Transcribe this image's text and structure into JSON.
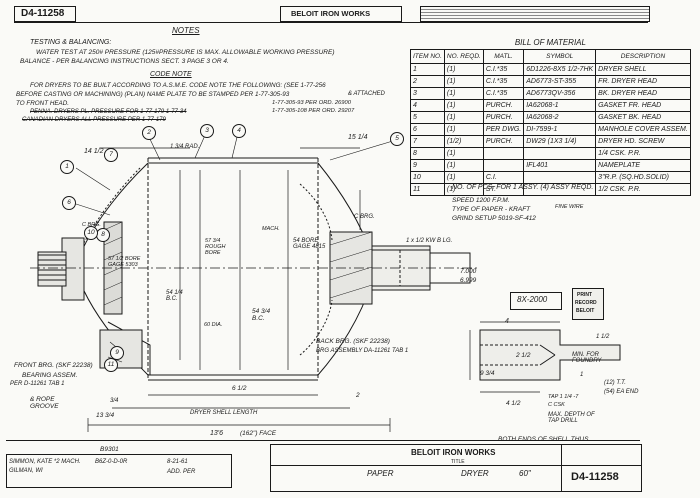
{
  "header": {
    "drawing_number": "D4-11258",
    "company": "BELOIT IRON WORKS",
    "notes_title": "NOTES"
  },
  "notes": {
    "testing_heading": "TESTING & BALANCING:",
    "testing_line1": "WATER TEST AT 250# PRESSURE (125#PRESSURE IS MAX. ALLOWABLE WORKING PRESSURE)",
    "testing_line2": "BALANCE - PER BALANCING INSTRUCTIONS SECT. 3 PAGE 3 OR 4.",
    "code_heading": "CODE NOTE",
    "code_line1": "FOR DRYERS TO BE BUILT ACCORDING TO A.S.M.E. CODE NOTE THE FOLLOWING: (SEE 1-77-256",
    "code_line2": "BEFORE CASTING OR MACHINING) (PLAN) NAME PLATE TO BE STAMPED PER 1-77-305-93",
    "code_line3": "TO FRONT HEAD.",
    "code_attached": "& ATTACHED",
    "code_ref1": "1-77-305-93 PER ORD. 26900",
    "code_ref2": "1-77-305-108 PER ORD. 29207",
    "struck1": "PENNA. DRYERS PL. PRESSURE FOR 1-77-179 1-77-34",
    "struck2": "CANADIAN DRYERS ALL PRESSURE PER 1-77-179"
  },
  "bom": {
    "title": "BILL OF MATERIAL",
    "headers": [
      "ITEM NO.",
      "NO. REQD.",
      "MATL.",
      "SYMBOL",
      "DESCRIPTION"
    ],
    "rows": [
      [
        "1",
        "(1)",
        "C.I.*35",
        "6D1226-8X5 1/2-7HK",
        "DRYER SHELL"
      ],
      [
        "2",
        "(1)",
        "C.I.*35",
        "AD6773-ST-355",
        "FR. DRYER HEAD"
      ],
      [
        "3",
        "(1)",
        "C.I.*35",
        "AD6773QV-356",
        "BK. DRYER HEAD"
      ],
      [
        "4",
        "(1)",
        "PURCH.",
        "IA62068-1",
        "GASKET FR. HEAD"
      ],
      [
        "5",
        "(1)",
        "PURCH.",
        "IA62068-2",
        "GASKET BK. HEAD"
      ],
      [
        "6",
        "(1)",
        "PER DWG.",
        "DI-7599-1",
        "MANHOLE COVER ASSEM."
      ],
      [
        "7",
        "(1/2)",
        "PURCH.",
        "DW29 (1X3 1/4)",
        "DRYER HD. SCREW"
      ],
      [
        "8",
        "(1)",
        "",
        "",
        "1/4 CSK. P.R."
      ],
      [
        "9",
        "(1)",
        "",
        "IFL401",
        "NAMEPLATE"
      ],
      [
        "10",
        "(1)",
        "C.I.",
        "",
        "3\"R.P. (SQ.HD.SOLID)"
      ],
      [
        "11",
        "(1)",
        "ST.",
        "",
        "1/2 CSK. P.R."
      ]
    ]
  },
  "assy": {
    "pieces": "NO. OF PCS. FOR 1 ASSY. (4) ASSY REQD.",
    "speed": "SPEED 1200 F.P.M.",
    "paper": "TYPE OF PAPER - KRAFT",
    "grind": "GRIND SETUP 5019-SF-412",
    "extra": "FINE WIRE"
  },
  "drawing_labels": {
    "dim_14": "14 1/2",
    "dim_134": "1 3/4 RAD.",
    "dim_1514": "15 1/4",
    "dim_bore_left": "57 1/2 BORE GAGE 5303",
    "dim_pour": "57 3/4 ROUGH BORE",
    "dim_mach": "MACH.",
    "dim_bore_center": "54 BORE GAGE 4815",
    "dim_bc_left": "54 1/4 B.C.",
    "dim_bc_center": "54 3/4 B.C.",
    "dim_60dia": "60 DIA.",
    "dim_cfb": "C BRG.",
    "dim_bcl": "C BRG.",
    "dim_kw": "1 x 1/2 KW B LG.",
    "dim_7000": "7.000",
    "dim_6999": "6.999",
    "back_brg": "BACK BRG. (SKF 22238)",
    "brg_assem": "BRG ASSEMBLY DA-11261 TAB 1",
    "front_brg": "FRONT BRG. (SKF 22238)",
    "brg_assem_front": "BEARING ASSEM.",
    "brg_per": "PER D-11261 TAB 1",
    "rope_groove": "& ROPE GROOVE",
    "dim_6712": "6 1/2",
    "dim_2": "2",
    "dim_1334": "13 3/4",
    "shell_length": "DRYER SHELL LENGTH",
    "dim_1356": "13'6",
    "face": "(162\") FACE",
    "dim_212": "2 1/2",
    "dim_4": "4",
    "dim_934": "9 3/4",
    "dim_112": "1 1/2",
    "dim_34": "3/4",
    "dim_412": "4 1/2",
    "min_found": "MIN. FOR FOUNDRY",
    "dim_1": "1",
    "tt": "(12) T.T.",
    "fa_end": "(54) EA END",
    "max_depth": "MAX. DEPTH OF TAP DRILL",
    "both_ends": "BOTH ENDS OF SHELL THUS",
    "dim_bolt": "TAP 1 1/4 -7",
    "dim_c": "C CSK",
    "outside_label": "8X-2000",
    "print_stamp1": "PRINT",
    "print_stamp2": "RECORD",
    "print_stamp3": "BELOIT",
    "doc_code": "B9301",
    "balloons": [
      "1",
      "2",
      "3",
      "4",
      "5",
      "6",
      "7",
      "8",
      "9",
      "10",
      "11"
    ]
  },
  "titleblock": {
    "company": "BELOIT IRON WORKS",
    "title_label": "TITLE",
    "paper": "PAPER",
    "dryer": "DRYER",
    "size": "60\"",
    "number": "D4-11258",
    "left_name1": "SIMMON, KATE *2 MACH.",
    "left_name2": "GILMAN, WI",
    "left_code": "B6Z-0-D-0R",
    "left_date": "8-21-61",
    "left_notes": "ADD. PER"
  }
}
